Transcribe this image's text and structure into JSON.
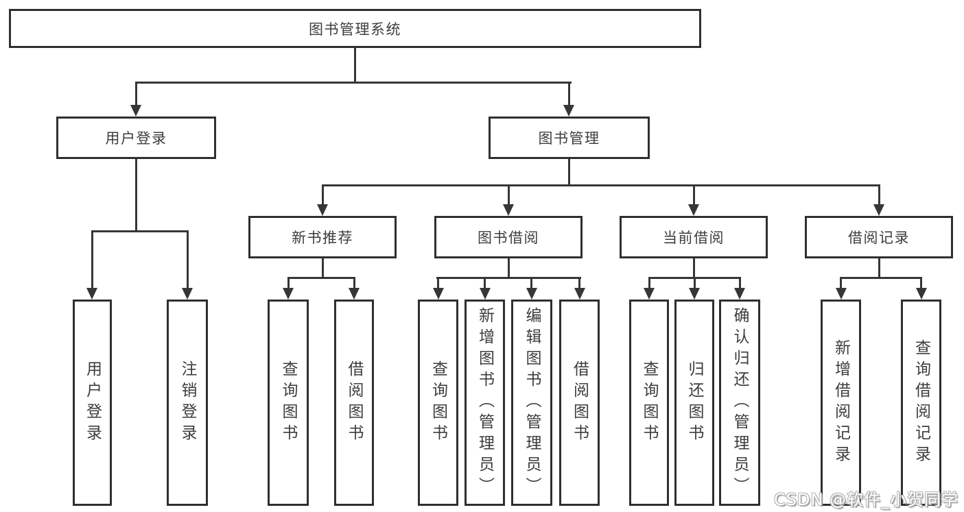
{
  "diagram": {
    "type": "tree",
    "watermark": "CSDN @软件_小贺同学",
    "colors": {
      "background": "#ffffff",
      "box_fill": "#ffffff",
      "box_border": "#2f2f2f",
      "line": "#363636",
      "text": "#3d3d3d",
      "watermark_text": "#ffffff",
      "watermark_outline": "#b4b4b4"
    },
    "root": {
      "label": "图书管理系统"
    },
    "branches": [
      {
        "label": "用户登录",
        "children": [
          {
            "label": "用户登录"
          },
          {
            "label": "注销登录"
          }
        ]
      },
      {
        "label": "图书管理",
        "children": [
          {
            "label": "新书推荐",
            "children": [
              {
                "label": "查询图书"
              },
              {
                "label": "借阅图书"
              }
            ]
          },
          {
            "label": "图书借阅",
            "children": [
              {
                "label": "查询图书"
              },
              {
                "label": "新增图书（管理员）"
              },
              {
                "label": "编辑图书（管理员）"
              },
              {
                "label": "借阅图书"
              }
            ]
          },
          {
            "label": "当前借阅",
            "children": [
              {
                "label": "查询图书"
              },
              {
                "label": "归还图书"
              },
              {
                "label": "确认归还（管理员）"
              }
            ]
          },
          {
            "label": "借阅记录",
            "children": [
              {
                "label": "新增借阅记录"
              },
              {
                "label": "查询借阅记录"
              }
            ]
          }
        ]
      }
    ]
  }
}
